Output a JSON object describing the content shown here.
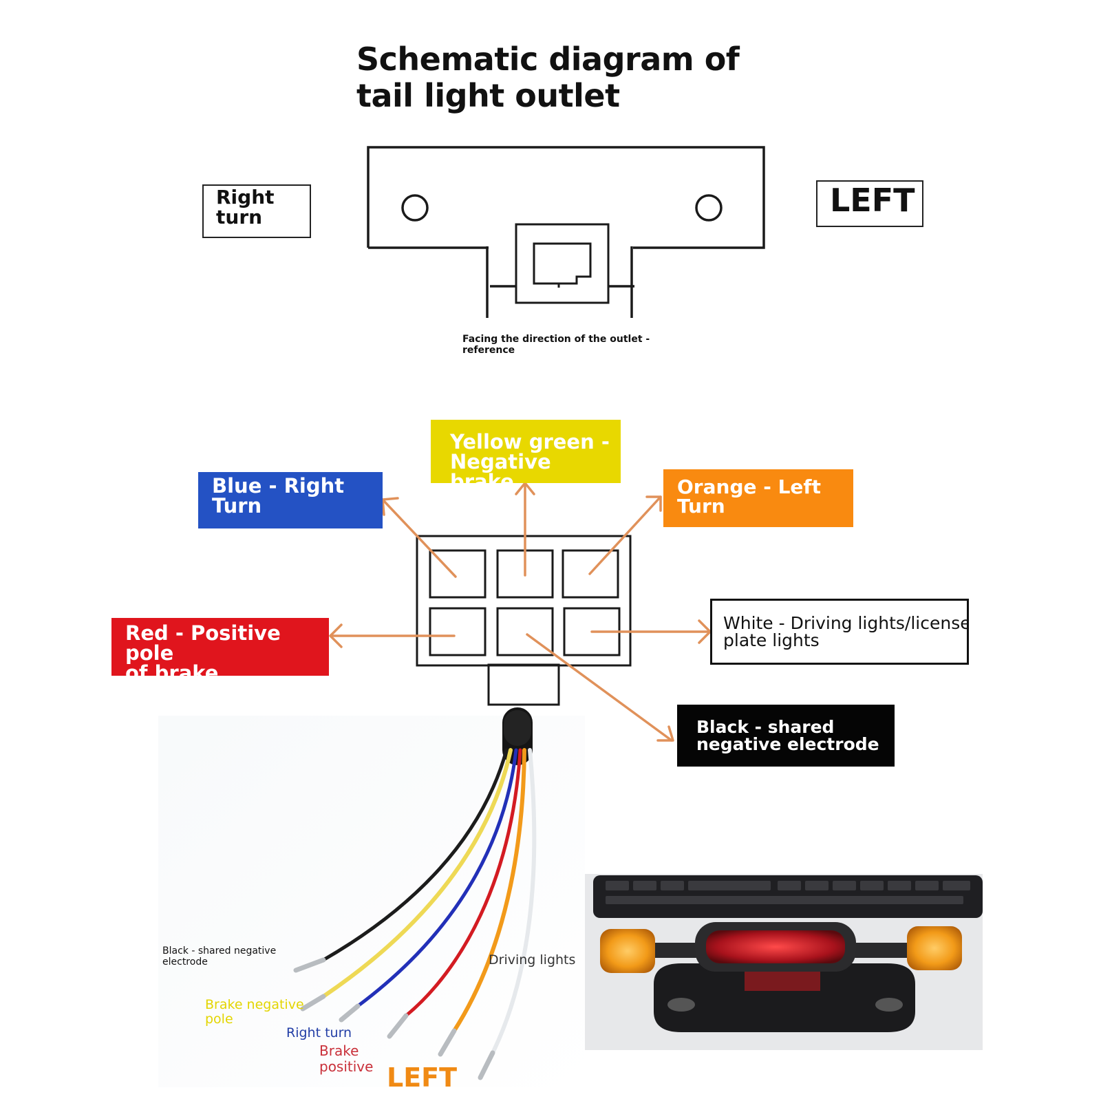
{
  "title": "Schematic diagram of\ntail light outlet",
  "outlet": {
    "right_turn_label": "Right\nturn",
    "left_label": "LEFT",
    "caption": "Facing the direction of the outlet -\nreference"
  },
  "connector_labels": {
    "blue": "Blue - Right Turn",
    "yellow_green": "Yellow green -\nNegative brake",
    "orange": "Orange - Left\nTurn",
    "red": "Red - Positive pole\nof brake",
    "white": "White - Driving lights/license\nplate lights",
    "black": "Black - shared\nnegative electrode"
  },
  "wire_labels": {
    "black": "Black - shared negative\nelectrode",
    "brake_negative": "Brake negative\npole",
    "right_turn": "Right turn",
    "brake_positive": "Brake\npositive",
    "left": "LEFT",
    "driving": "Driving lights"
  },
  "colors": {
    "blue": "#2452c4",
    "yellow": "#e8d800",
    "orange": "#f98a10",
    "red": "#e0151d",
    "arrow": "#e0915a"
  }
}
